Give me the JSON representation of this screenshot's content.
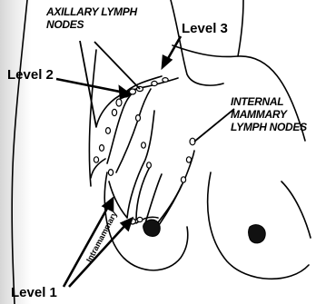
{
  "labels": {
    "axillary_line1": "AXILLARY LYMPH",
    "axillary_line2": "NODES",
    "internal_line1": "INTERNAL",
    "internal_line2": "MAMMARY",
    "internal_line3": "LYMPH NODES",
    "level_3": "Level 3",
    "level_2": "Level 2",
    "level_1": "Level 1",
    "intramammary": "Intramammary"
  },
  "colors": {
    "line": "#000000",
    "background": "#ffffff",
    "left_edge_shadow": "#d6d6d6"
  },
  "icons": [
    "arrow-icon",
    "lymph-node-icon",
    "nipple-icon"
  ]
}
